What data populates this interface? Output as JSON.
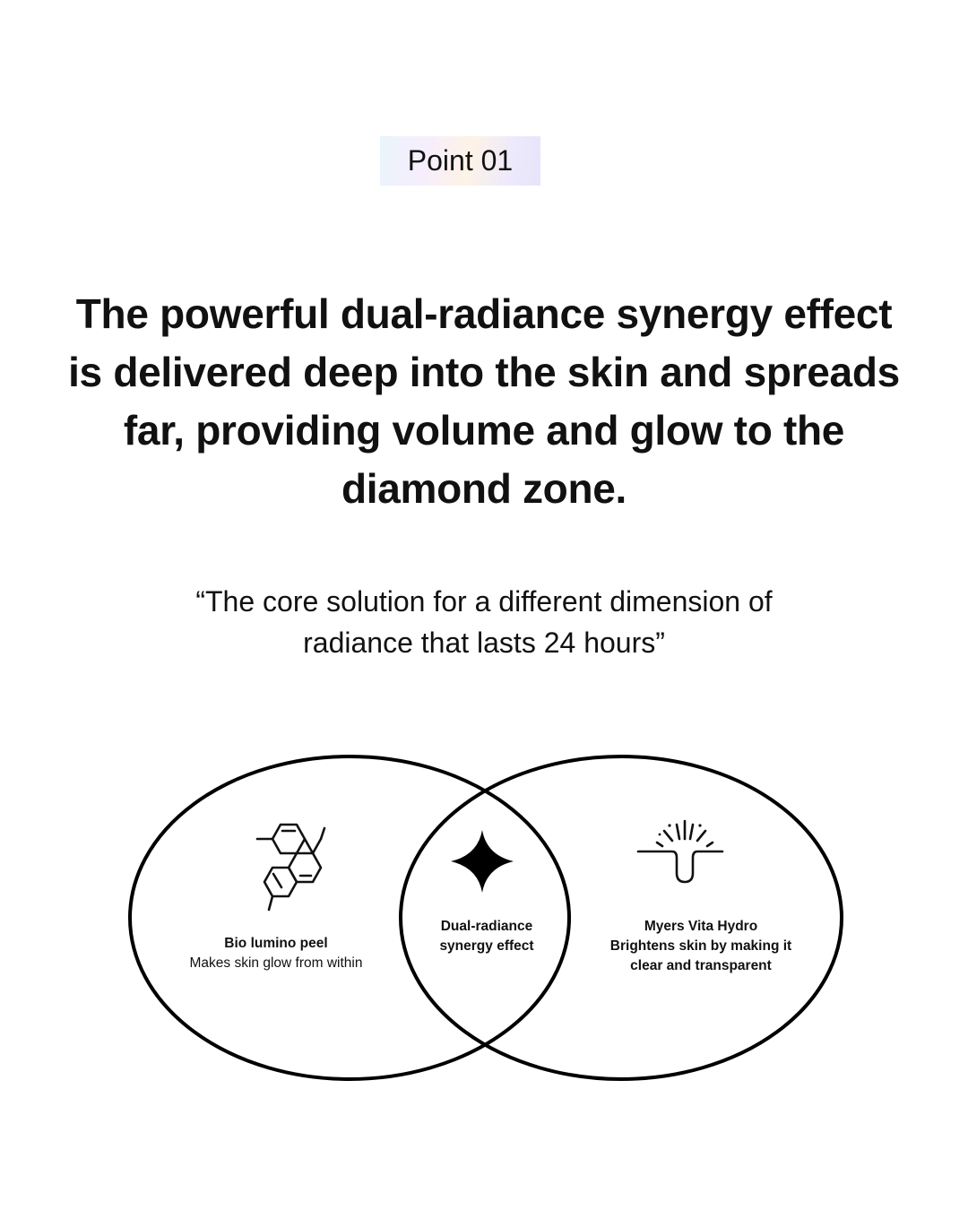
{
  "badge": {
    "label": "Point 01"
  },
  "headline": {
    "lines": [
      "The powerful dual-radiance synergy effect",
      "is delivered deep into the skin and spreads",
      "far, providing volume and glow to the",
      "diamond zone."
    ]
  },
  "quote": {
    "lines": [
      "“The core solution for a different dimension of",
      "radiance that lasts 24 hours”"
    ]
  },
  "diagram": {
    "left": {
      "icon": "molecule-icon",
      "title": "Bio lumino peel",
      "desc": "Makes skin glow from within"
    },
    "center": {
      "icon": "sparkle-star-icon",
      "lines": [
        "Dual-radiance",
        "synergy effect"
      ]
    },
    "right": {
      "icon": "skin-pore-radiance-icon",
      "title": "Myers Vita Hydro",
      "desc_lines": [
        "Brightens skin by making it",
        "clear and transparent"
      ]
    }
  }
}
